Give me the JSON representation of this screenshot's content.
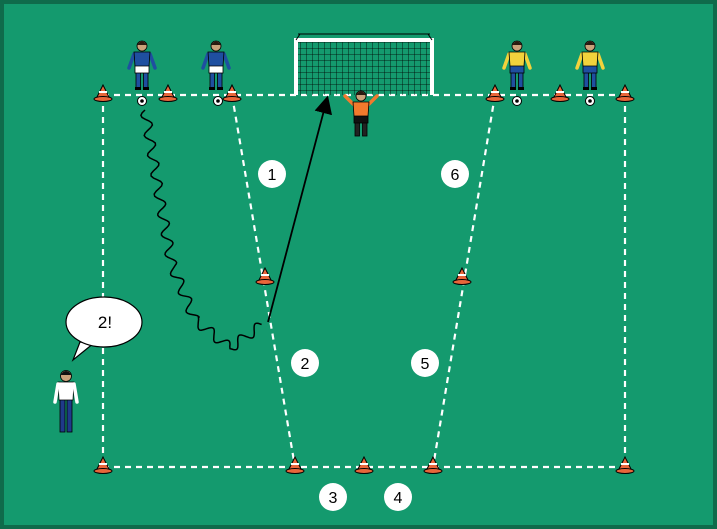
{
  "colors": {
    "pitch_green": "#149a6e",
    "frame_dark": "#0f6b4b",
    "line_white": "#ffffff",
    "blue_team": "#1f4fa0",
    "yellow_team": "#f2d23c",
    "keeper_orange": "#f27a2d",
    "cone_orange": "#e8663a"
  },
  "zones": [
    "1",
    "2",
    "3",
    "4",
    "5",
    "6"
  ],
  "coach_call": "2!",
  "icons": {
    "goal": "goal-net-icon",
    "cone": "training-cone-icon",
    "ball": "soccer-ball-icon",
    "player": "player-icon",
    "coach": "coach-icon"
  }
}
